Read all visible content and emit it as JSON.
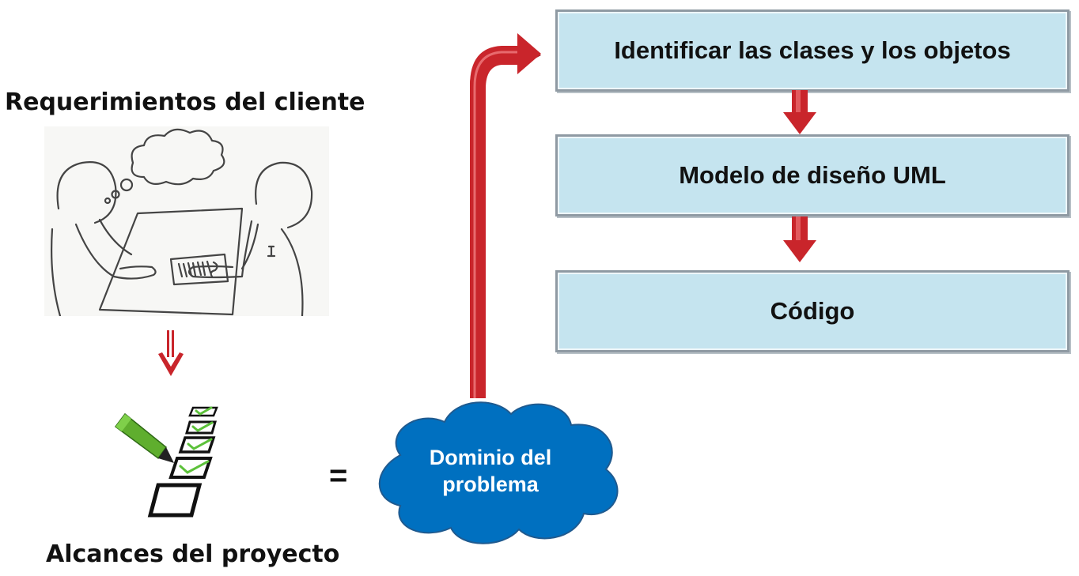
{
  "left": {
    "requirements_title": "Requerimientos del cliente",
    "scope_title": "Alcances del proyecto",
    "equals_sign": "="
  },
  "cloud": {
    "line1": "Dominio del",
    "line2": "problema",
    "color": "#0070c0"
  },
  "flow": {
    "step1": "Identificar las clases y los objetos",
    "step2": "Modelo de diseño UML",
    "step3": "Código"
  },
  "colors": {
    "arrow": "#c9252b",
    "box_fill": "#c5e4ef",
    "box_border": "#8f9aa3",
    "check": "#5cc13a",
    "pen": "#5fae2e"
  },
  "icons": [
    "meeting-sketch-icon",
    "checklist-pen-icon",
    "cloud-shape",
    "curved-arrow",
    "down-arrow-icon"
  ]
}
